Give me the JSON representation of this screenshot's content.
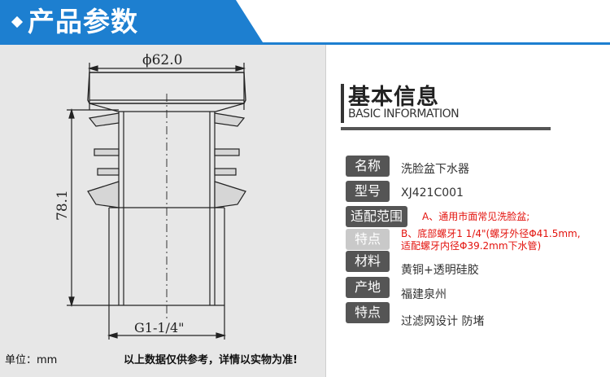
{
  "header": {
    "title": "产品参数"
  },
  "drawing": {
    "diameter_label": "ϕ62.0",
    "height_label": "78.1",
    "thread_label": "G1-1/4\"",
    "unit_label": "单位：mm",
    "disclaimer": "以上数据仅供参考，详情以实物为准!"
  },
  "info": {
    "title": "基本信息",
    "subtitle": "BASIC INFORMATION",
    "rows": [
      {
        "label": "名称",
        "value": "洗脸盆下水器"
      },
      {
        "label": "型号",
        "value": "XJ421C001"
      },
      {
        "label": "适配范围",
        "value": "A、通用市面常见洗脸盆;"
      },
      {
        "label": "特点",
        "value": "B、底部螺牙1 1/4\"(螺牙外径Φ41.5mm,",
        "value2": "适配螺牙内径Φ39.2mm下水管)"
      },
      {
        "label": "材料",
        "value": "黄铜+透明硅胶"
      },
      {
        "label": "产地",
        "value": "福建泉州"
      },
      {
        "label": "特点",
        "value": "过滤网设计 防堵"
      }
    ]
  },
  "colors": {
    "header_blue": "#1d7fd0",
    "label_gray": "#555555",
    "highlight_red": "#e3130e"
  }
}
